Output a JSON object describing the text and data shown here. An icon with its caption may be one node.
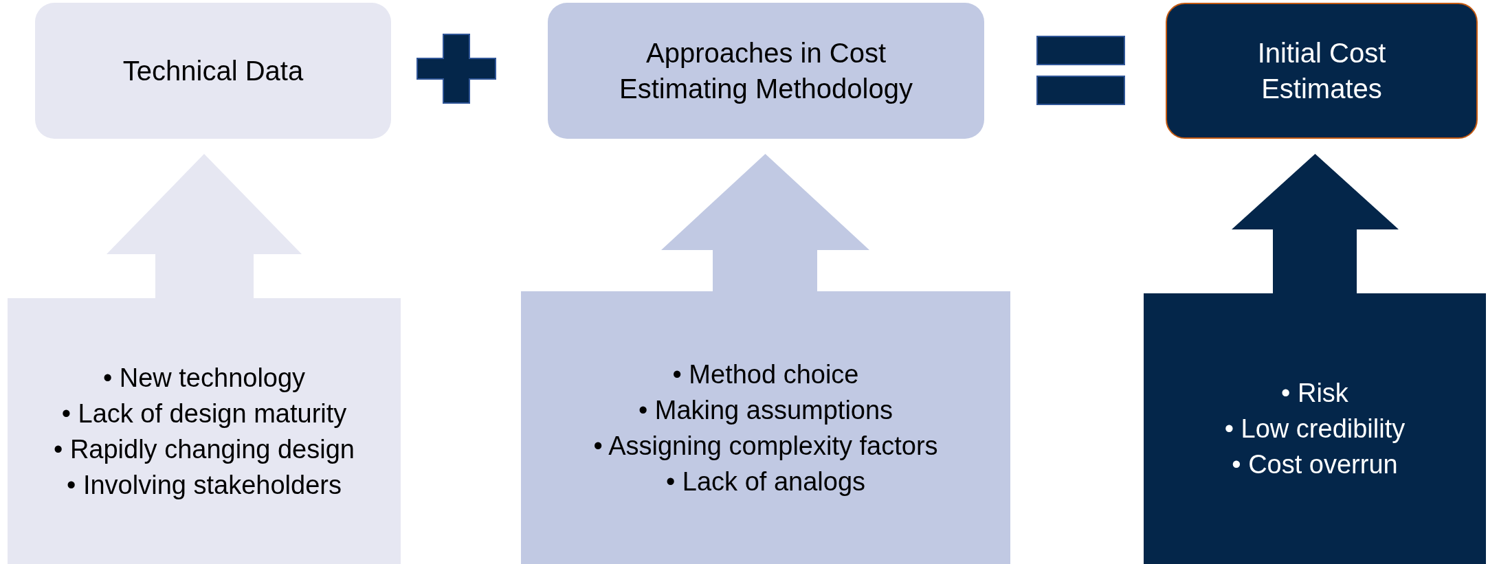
{
  "diagram": {
    "nodes": [
      {
        "text": [
          "Technical Data"
        ]
      },
      {
        "text": [
          "Approaches in Cost Estimating Methodology"
        ]
      },
      {
        "text": [
          "Initial Cost Estimates"
        ]
      },
      {
        "text": [
          "• New technology",
          "• Lack of design maturity",
          "• Rapidly changing design",
          "• Involving stakeholders"
        ]
      },
      {
        "text": [
          "• Method choice",
          "• Making assumptions",
          "• Assigning complexity factors",
          "• Lack of analogs"
        ]
      },
      {
        "text": [
          "• Risk",
          "• Low credibility",
          "• Cost overrun"
        ]
      }
    ],
    "edges": [
      {
        "from": 3,
        "to": 0,
        "arrow": "to",
        "style": "thick",
        "color": "#e6e7f2"
      },
      {
        "from": 4,
        "to": 1,
        "arrow": "to",
        "style": "thick",
        "color": "#c1c9e3"
      },
      {
        "from": 5,
        "to": 2,
        "arrow": "to",
        "style": "thick",
        "color": "#04264a"
      }
    ]
  }
}
